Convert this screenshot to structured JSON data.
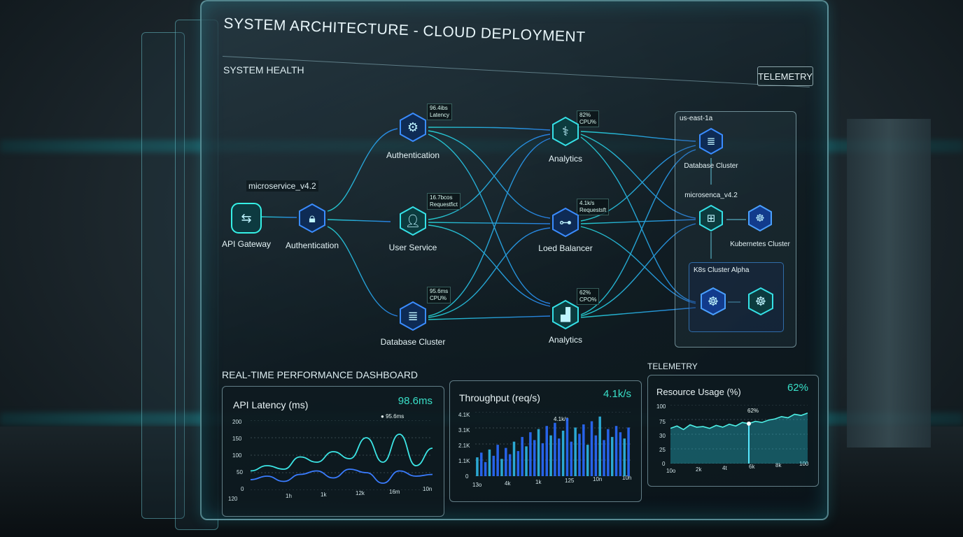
{
  "title": "SYSTEM ARCHITECTURE - CLOUD DEPLOYMENT",
  "system_health": "SYSTEM HEALTH",
  "telemetry_button": "TELEMETRY",
  "version_tag": "microservice_v4.2",
  "nodes": {
    "api_gateway": "API Gateway",
    "auth_left": "Authentication",
    "auth_top": "Authentication",
    "user_service": "User Service",
    "database_cluster": "Database Cluster",
    "analytics_top": "Analytics",
    "load_balancer": "Loed Balancer",
    "analytics_bottom": "Analytics"
  },
  "tags": {
    "auth_top": [
      "96.4ibs",
      "Latency"
    ],
    "user_service": [
      "16.7bcos",
      "Requestfict"
    ],
    "database": [
      "95.6ms",
      "CPU%"
    ],
    "analytics_top": [
      "82%",
      "CPU%"
    ],
    "load_balancer": [
      "4.1k/s",
      "Requestsft"
    ],
    "analytics_bottom": [
      "62%",
      "CPO%"
    ]
  },
  "region": {
    "name": "us-east-1a",
    "database_cluster": "Database Cluster",
    "microservice": "microsenca_v4.2",
    "kubernetes_cluster": "Kubernetes Cluster",
    "k8s_alpha": "K8s Cluster Alpha"
  },
  "dashboard_title": "REAL-TIME PERFORMANCE DASHBOARD",
  "telemetry_label": "TELEMETRY",
  "cards": {
    "latency": {
      "title": "API Latency (ms)",
      "value": "98.6ms",
      "marker": "95.6ms",
      "yticks": [
        "200",
        "150",
        "100",
        "50",
        "0"
      ],
      "xticks": [
        "120",
        "1h",
        "1k",
        "12k",
        "16m",
        "10n"
      ]
    },
    "throughput": {
      "title": "Throughput (req/s)",
      "value": "4.1k/s",
      "marker": "4.1k/s",
      "yticks": [
        "4.1K",
        "3.1K",
        "2.1K",
        "1.1K",
        "0"
      ],
      "xticks": [
        "13o",
        "4k",
        "1k",
        "125",
        "10n",
        "10h"
      ]
    },
    "resource": {
      "title": "Resource Usage (%)",
      "value": "62%",
      "marker": "62%",
      "yticks": [
        "100",
        "75",
        "30",
        "25",
        "0"
      ],
      "xticks": [
        "10o",
        "2k",
        "4t",
        "6k",
        "8k",
        "100"
      ]
    }
  },
  "chart_data": [
    {
      "type": "line",
      "title": "API Latency (ms)",
      "ylim": [
        0,
        200
      ],
      "x": [
        "120",
        "1h",
        "1k",
        "12k",
        "16m",
        "10n"
      ],
      "series": [
        {
          "values": [
            55,
            70,
            60,
            95,
            80,
            110,
            90,
            150,
            80,
            160,
            70,
            120
          ]
        },
        {
          "values": [
            30,
            40,
            25,
            45,
            55,
            35,
            60,
            50,
            20,
            55,
            40,
            45
          ]
        }
      ]
    },
    {
      "type": "bar",
      "title": "Throughput (req/s)",
      "ylim": [
        0,
        4100
      ],
      "x": [
        "13o",
        "4k",
        "1k",
        "125",
        "10n",
        "10h"
      ],
      "values": [
        1200,
        1500,
        900,
        1700,
        1300,
        2000,
        1100,
        1800,
        1400,
        2200,
        1600,
        2500,
        1900,
        2800,
        2300,
        3000,
        2100,
        3200,
        2600,
        3400,
        2400,
        2900,
        3700,
        2200,
        3100,
        2700,
        3300,
        2000,
        3500,
        2600,
        3800,
        2300,
        3000,
        2500,
        3200,
        2800,
        2400,
        3100
      ]
    },
    {
      "type": "area",
      "title": "Resource Usage (%)",
      "ylim": [
        0,
        100
      ],
      "x": [
        "10o",
        "2k",
        "4t",
        "6k",
        "8k",
        "100"
      ],
      "values": [
        60,
        64,
        58,
        66,
        62,
        63,
        60,
        65,
        62,
        67,
        64,
        70,
        68,
        72,
        70,
        74,
        76,
        80,
        78,
        84,
        82,
        86
      ]
    }
  ]
}
